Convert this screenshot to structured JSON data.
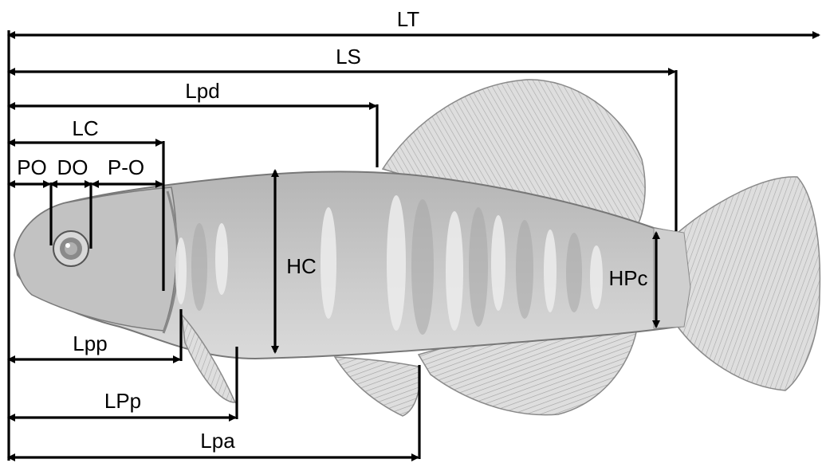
{
  "measurements": [
    {
      "id": "LT",
      "label": "LT"
    },
    {
      "id": "LS",
      "label": "LS"
    },
    {
      "id": "Lpd",
      "label": "Lpd"
    },
    {
      "id": "LC",
      "label": "LC"
    },
    {
      "id": "PO",
      "label": "PO"
    },
    {
      "id": "DO",
      "label": "DO"
    },
    {
      "id": "P-O",
      "label": "P-O"
    },
    {
      "id": "HC",
      "label": "HC"
    },
    {
      "id": "HPc",
      "label": "HPc"
    },
    {
      "id": "Lpp",
      "label": "Lpp"
    },
    {
      "id": "LPp",
      "label": "LPp"
    },
    {
      "id": "Lpa",
      "label": "Lpa"
    }
  ],
  "colors": {
    "line": "#000000",
    "fish_body": "#c9c9c9",
    "fish_band": "#e9e9e9",
    "fish_dark": "#9a9a9a",
    "fin": "#dcdcdc"
  }
}
